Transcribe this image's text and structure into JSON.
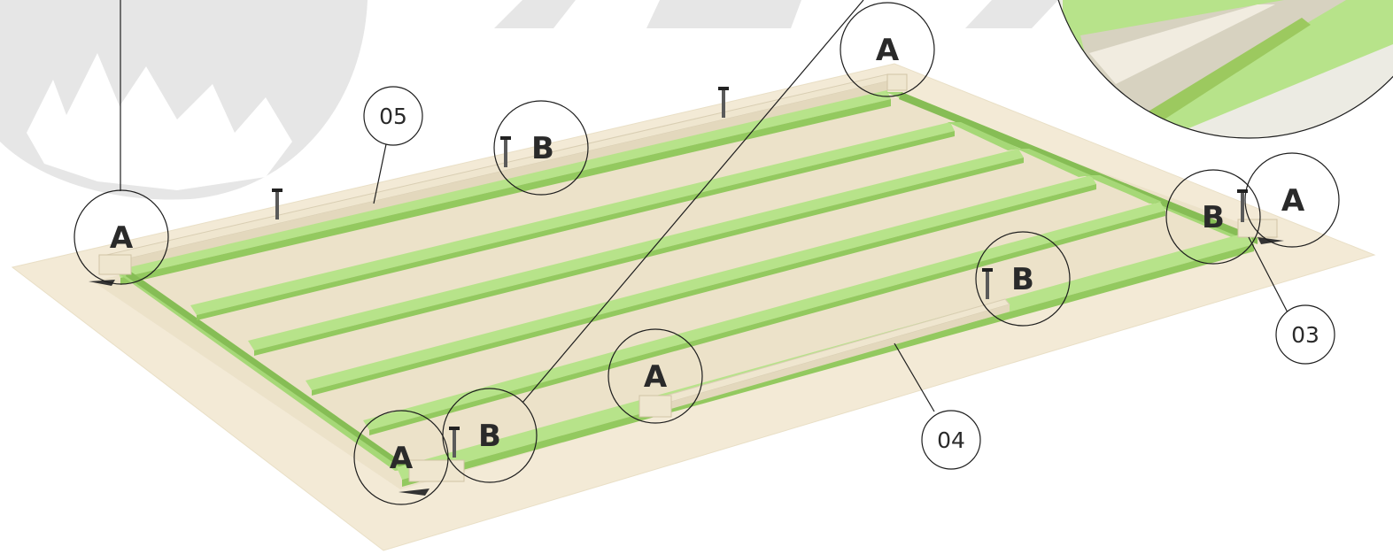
{
  "colors": {
    "floor": "#f3ead6",
    "floor_edge": "#e9dfc6",
    "beam_top": "#b7e38a",
    "beam_side": "#93c95f",
    "rail": "#efe6cf",
    "rail_shadow": "#d9ceb3",
    "watermark": "#e6e6e6",
    "line": "#1e1e1e",
    "screw": "#5a5a5a"
  },
  "callouts": {
    "a_top": "A",
    "a_left": "A",
    "a_right": "A",
    "a_middle": "A",
    "a_bottom": "A",
    "b_top": "B",
    "b_right_upper": "B",
    "b_right_lower": "B",
    "b_bottom": "B"
  },
  "part_numbers": {
    "p03": "03",
    "p04": "04",
    "p05": "05"
  }
}
